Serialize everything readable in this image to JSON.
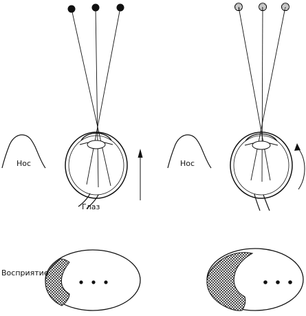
{
  "labels": {
    "nose": "Нос",
    "eye": "Глаз",
    "perception": "Восприятие"
  },
  "colors": {
    "ink": "#111111",
    "paper": "#ffffff"
  },
  "icons": {
    "static_arrow": "arrow-up-icon",
    "rotation_arrow": "curved-arrow-icon"
  }
}
